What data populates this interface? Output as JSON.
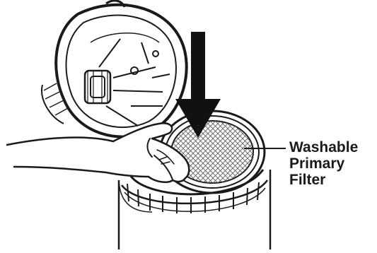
{
  "callout": {
    "lines": [
      "Washable",
      "Primary",
      "Filter"
    ]
  },
  "colors": {
    "ink": "#1a1a1a",
    "arrow": "#111111",
    "mesh": "#555555",
    "background": "#ffffff"
  },
  "icons": {
    "arrow": "down-arrow-icon"
  }
}
